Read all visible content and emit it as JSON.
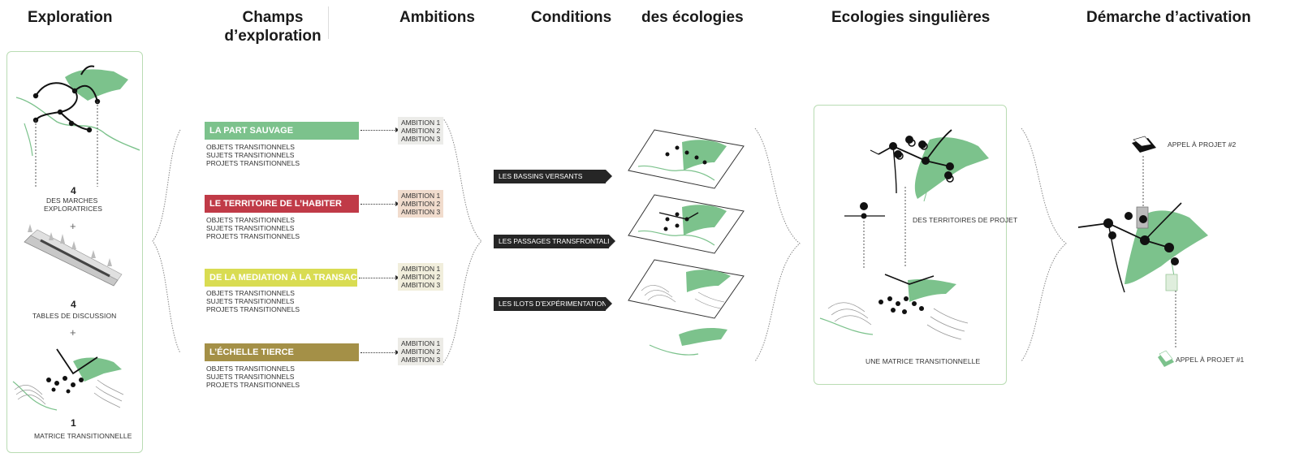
{
  "headers": {
    "exploration": "Exploration",
    "champs_line1": "Champs",
    "champs_line2": "d’exploration",
    "ambitions": "Ambitions",
    "conditions": "Conditions",
    "ecologies": "des écologies",
    "singulieres": "Ecologies singulières",
    "activation": "Démarche d’activation"
  },
  "exploration_panel": {
    "item1_count": "4",
    "item1_line1": "DES MARCHES",
    "item1_line2": "EXPLORATRICES",
    "plus": "+",
    "item2_count": "4",
    "item2_label": "TABLES DE DISCUSSION",
    "item3_count": "1",
    "item3_label": "MATRICE TRANSITIONNELLE"
  },
  "fields": [
    {
      "title": "LA PART SAUVAGE",
      "color": "#7cc28c",
      "subs": [
        "OBJETS TRANSITIONNELS",
        "SUJETS TRANSITIONNELS",
        "PROJETS TRANSITIONNELS"
      ],
      "ambitions": [
        "AMBITION 1",
        "AMBITION 2",
        "AMBITION 3"
      ],
      "amb_bg": "#ecece9"
    },
    {
      "title": "LE TERRITOIRE DE L’HABITER",
      "color": "#c03a47",
      "subs": [
        "OBJETS TRANSITIONNELS",
        "SUJETS TRANSITIONNELS",
        "PROJETS TRANSITIONNELS"
      ],
      "ambitions": [
        "AMBITION 1",
        "AMBITION 2",
        "AMBITION 3"
      ],
      "amb_bg": "#f1dccd"
    },
    {
      "title": "DE LA MEDIATION À LA TRANSACTION",
      "color": "#d9dc52",
      "subs": [
        "OBJETS TRANSITIONNELS",
        "SUJETS TRANSITIONNELS",
        "PROJETS TRANSITIONNELS"
      ],
      "ambitions": [
        "AMBITION 1",
        "AMBITION 2",
        "AMBITION 3"
      ],
      "amb_bg": "#f1eedc"
    },
    {
      "title": "L’ÉCHELLE TIERCE",
      "color": "#a49047",
      "subs": [
        "OBJETS TRANSITIONNELS",
        "SUJETS TRANSITIONNELS",
        "PROJETS TRANSITIONNELS"
      ],
      "ambitions": [
        "AMBITION 1",
        "AMBITION 2",
        "AMBITION 3"
      ],
      "amb_bg": "#ecebe6"
    }
  ],
  "conditions": [
    "LES BASSINS VERSANTS",
    "LES PASSAGES TRANSFRONTALIERS",
    "LES ILOTS D’EXPÉRIMENTATION"
  ],
  "singulieres_panel": {
    "label_top": "DES TERRITOIRES DE PROJET",
    "label_bottom": "UNE MATRICE TRANSITIONNELLE"
  },
  "activation": {
    "label_top": "APPEL À PROJET #2",
    "label_bottom": "APPEL À PROJET #1"
  },
  "colors": {
    "green": "#7cc28c",
    "panel_border": "#b9dcb3",
    "dark": "#262626"
  }
}
